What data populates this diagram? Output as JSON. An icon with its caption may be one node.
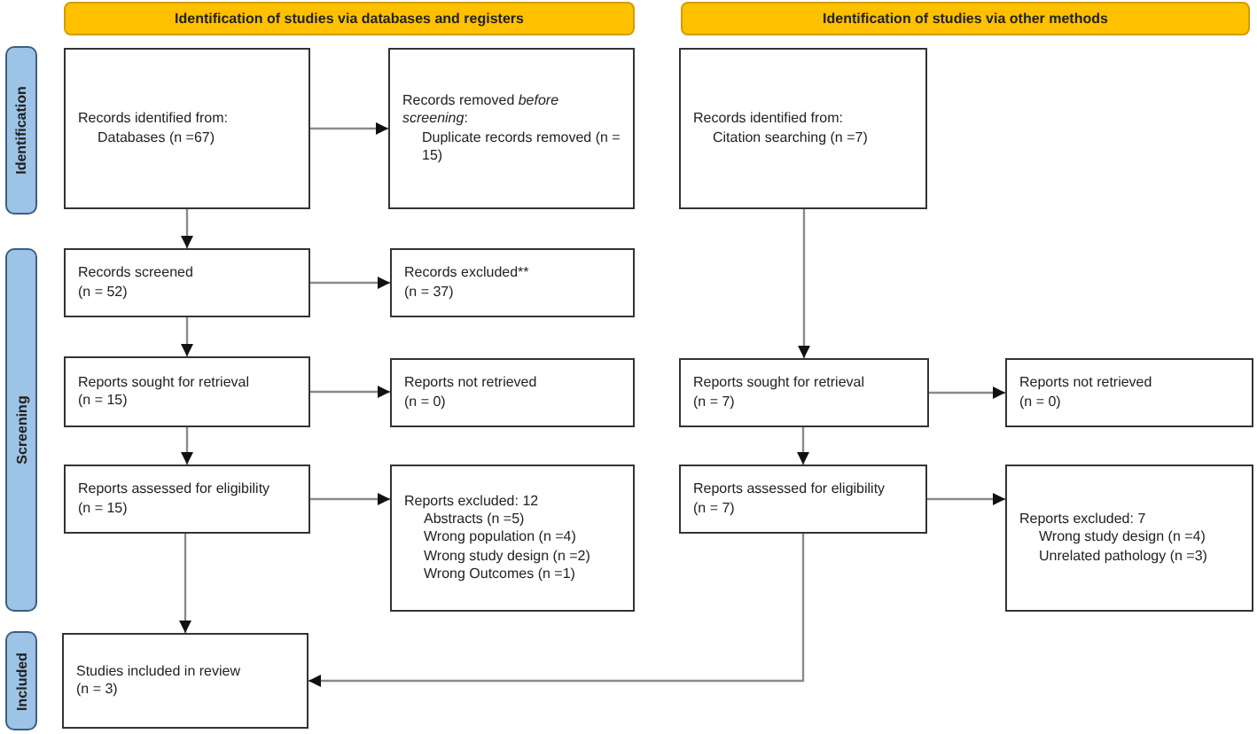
{
  "diagram": {
    "nodes": [
      {
        "text": [
          "Identification of studies via databases and registers"
        ]
      },
      {
        "text": [
          "Identification of studies via other methods"
        ]
      },
      {
        "text": [
          "Identification"
        ]
      },
      {
        "text": [
          "Records identified from:",
          "Databases (n =67)"
        ]
      },
      {
        "text": [
          "Records removed *before screening*:",
          "Duplicate records removed (n = 15)"
        ]
      },
      {
        "text": [
          "Records identified from:",
          "Citation searching (n =7)"
        ]
      },
      {
        "text": [
          "Screening"
        ]
      },
      {
        "text": [
          "Records screened",
          "(n = 52)"
        ]
      },
      {
        "text": [
          "Records excluded**",
          "(n = 37)"
        ]
      },
      {
        "text": [
          "Reports sought for retrieval",
          "(n = 15)"
        ]
      },
      {
        "text": [
          "Reports not retrieved",
          "(n = 0)"
        ]
      },
      {
        "text": [
          "Reports sought for retrieval",
          "(n = 7)"
        ]
      },
      {
        "text": [
          "Reports not retrieved",
          "(n = 0)"
        ]
      },
      {
        "text": [
          "Reports assessed for eligibility",
          "(n = 15)"
        ]
      },
      {
        "text": [
          "Reports excluded: 12",
          "Abstracts (n =5)",
          "Wrong population (n =4)",
          "Wrong study design (n =2)",
          "Wrong Outcomes (n =1)"
        ]
      },
      {
        "text": [
          "Reports assessed for eligibility",
          "(n = 7)"
        ]
      },
      {
        "text": [
          "Reports excluded: 7",
          "Wrong study design (n =4)",
          "Unrelated pathology (n =3)"
        ]
      },
      {
        "text": [
          "Included"
        ]
      },
      {
        "text": [
          "Studies included in review",
          "(n = 3)"
        ]
      }
    ],
    "edges": [
      {
        "from": 3,
        "to": 4,
        "arrow": "to"
      },
      {
        "from": 3,
        "to": 7,
        "arrow": "to"
      },
      {
        "from": 7,
        "to": 8,
        "arrow": "to"
      },
      {
        "from": 7,
        "to": 9,
        "arrow": "to"
      },
      {
        "from": 9,
        "to": 10,
        "arrow": "to"
      },
      {
        "from": 9,
        "to": 13,
        "arrow": "to"
      },
      {
        "from": 13,
        "to": 14,
        "arrow": "to"
      },
      {
        "from": 13,
        "to": 18,
        "arrow": "to"
      },
      {
        "from": 5,
        "to": 11,
        "arrow": "to"
      },
      {
        "from": 11,
        "to": 12,
        "arrow": "to"
      },
      {
        "from": 11,
        "to": 15,
        "arrow": "to"
      },
      {
        "from": 15,
        "to": 16,
        "arrow": "to"
      },
      {
        "from": 15,
        "to": 18,
        "arrow": "to"
      }
    ]
  }
}
